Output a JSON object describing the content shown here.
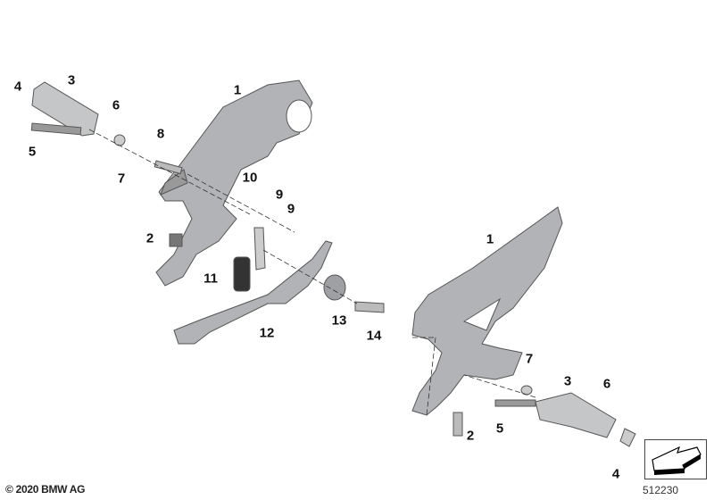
{
  "diagram": {
    "labels": [
      {
        "id": "4",
        "side": "left"
      },
      {
        "id": "3",
        "side": "left"
      },
      {
        "id": "1",
        "side": "left"
      },
      {
        "id": "6",
        "side": "left"
      },
      {
        "id": "5",
        "side": "left"
      },
      {
        "id": "8",
        "side": "left"
      },
      {
        "id": "7",
        "side": "left"
      },
      {
        "id": "10",
        "side": "left"
      },
      {
        "id": "9",
        "side": "left"
      },
      {
        "id": "9",
        "side": "left"
      },
      {
        "id": "2",
        "side": "left"
      },
      {
        "id": "11",
        "side": "left"
      },
      {
        "id": "12",
        "side": "left"
      },
      {
        "id": "13",
        "side": "left"
      },
      {
        "id": "14",
        "side": "left"
      },
      {
        "id": "1",
        "side": "right"
      },
      {
        "id": "7",
        "side": "right"
      },
      {
        "id": "3",
        "side": "right"
      },
      {
        "id": "6",
        "side": "right"
      },
      {
        "id": "2",
        "side": "right"
      },
      {
        "id": "5",
        "side": "right"
      },
      {
        "id": "4",
        "side": "right"
      }
    ],
    "copyright": "© 2020 BMW AG",
    "diagram_number": "512230",
    "part_color": "#a9abae"
  }
}
